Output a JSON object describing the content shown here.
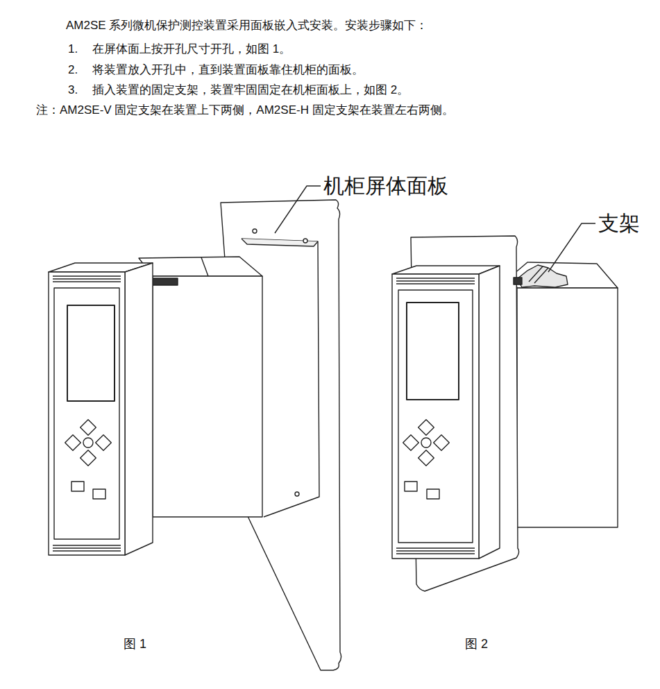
{
  "diagram": {
    "labels": [
      "AM2SE 系列微机保护测控装置采用面板嵌入式安装。安装步骤如下：",
      "1.",
      "在屏体面上按开孔尺寸开孔，如图 1。",
      "2.",
      "将装置放入开孔中，直到装置面板靠住机柜的面板。",
      "3.",
      "插入装置的固定支架，装置牢固固定在机柜面板上，如图 2。",
      "注：AM2SE-V 固定支架在装置上下两侧，AM2SE-H 固定支架在装置左右两侧。",
      "机柜屏体面板",
      "支架",
      "图 1",
      "图 2"
    ]
  }
}
